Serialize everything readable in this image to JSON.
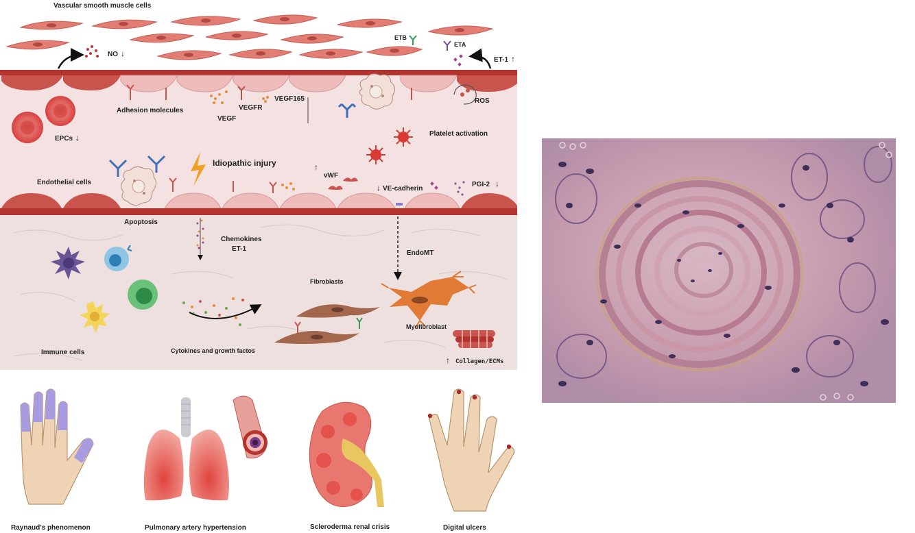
{
  "labels": {
    "smooth_muscle": "Vascular smooth muscle cells",
    "no": "NO",
    "eta": "ETA",
    "etb": "ETB",
    "et1_top": "ET-1",
    "adhesion": "Adhesion molecules",
    "vegf": "VEGF",
    "vegfr": "VEGFR",
    "vegf165": "VEGF165",
    "ros": "ROS",
    "epcs": "EPCs",
    "platelet": "Platelet activation",
    "idiopathic": "Idiopathic injury",
    "endothelial": "Endothelial cells",
    "vwf": "vWF",
    "vecad": "VE-cadherin",
    "pgi2": "PGI-2",
    "apoptosis": "Apoptosis",
    "chemokines": "Chemokines",
    "et1_mid": "ET-1",
    "endomt": "EndoMT",
    "fibroblasts": "Fibroblasts",
    "myofibroblast": "Myofibroblast",
    "immune": "Immune cells",
    "cytokines": "Cytokines and growth factos",
    "collagen": "Collagen/ECMs",
    "raynaud": "Raynaud's phenomenon",
    "pah": "Pulmonary artery hypertension",
    "src": "Scleroderma renal crisis",
    "ulcers": "Digital ulcers"
  },
  "colors": {
    "vessel_wall": "#b3332e",
    "lumen": "#f3e2e1",
    "interstitium": "#ede0de",
    "cell_pink": "#e07a6f",
    "endothelium": "#c9534d",
    "ischemia_purple": "#a99be0",
    "histology_pink": "#c98fa6"
  }
}
